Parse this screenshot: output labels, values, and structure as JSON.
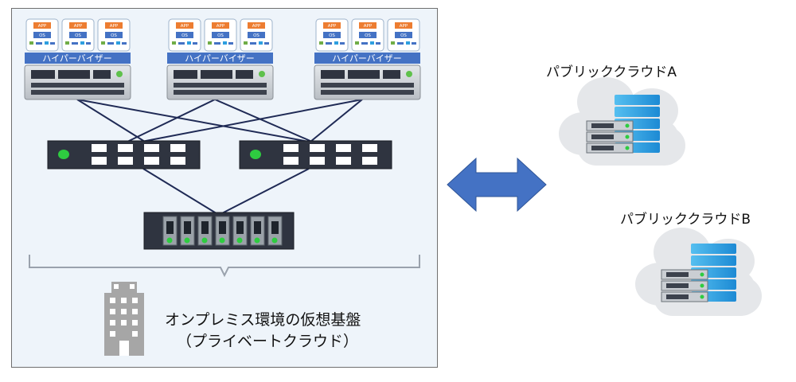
{
  "hosts": [
    {
      "vms": [
        {
          "app": "APP",
          "os": "OS"
        },
        {
          "app": "APP",
          "os": "OS"
        },
        {
          "app": "APP",
          "os": "OS"
        }
      ],
      "hypervisor": "ハイパーバイザー"
    },
    {
      "vms": [
        {
          "app": "APP",
          "os": "OS"
        },
        {
          "app": "APP",
          "os": "OS"
        },
        {
          "app": "APP",
          "os": "OS"
        }
      ],
      "hypervisor": "ハイパーバイザー"
    },
    {
      "vms": [
        {
          "app": "APP",
          "os": "OS"
        },
        {
          "app": "APP",
          "os": "OS"
        },
        {
          "app": "APP",
          "os": "OS"
        }
      ],
      "hypervisor": "ハイパーバイザー"
    }
  ],
  "onprem": {
    "line1": "オンプレミス環境の仮想基盤",
    "line2": "（プライベートクラウド）"
  },
  "clouds": [
    {
      "label": "パブリッククラウドA"
    },
    {
      "label": "パブリッククラウドB"
    }
  ],
  "colors": {
    "panel_bg": "#eef4fa",
    "hypervisor": "#4472c4",
    "app": "#ed7d31",
    "os": "#4472c4",
    "arrow": "#4472c4",
    "link": "#1f2a55",
    "device": "#2f3440",
    "server_blue": "#2e9fe0",
    "cloud": "#e5e7ea"
  },
  "icons": {
    "building": "building-icon",
    "cloud_server": "cloud-server-icon",
    "arrow": "double-arrow-icon"
  }
}
